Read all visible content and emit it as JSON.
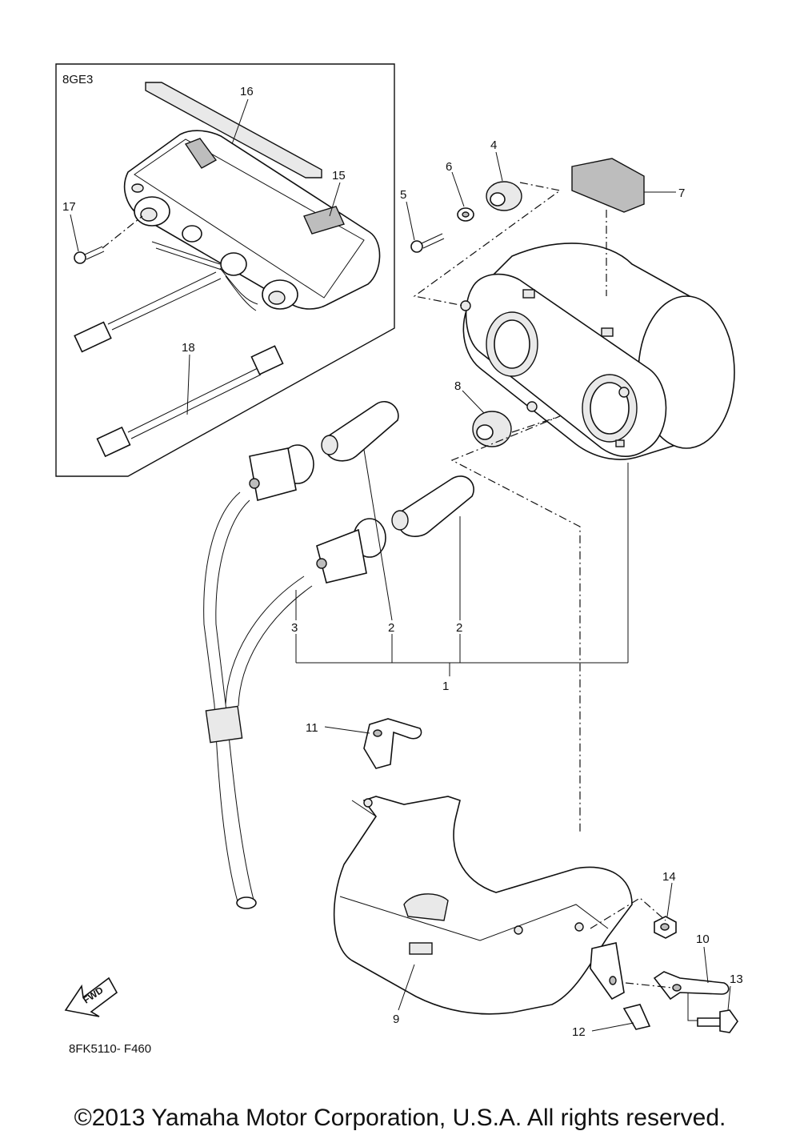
{
  "inset": {
    "model_code": "8GE3"
  },
  "callouts": {
    "c1": "1",
    "c2a": "2",
    "c2b": "2",
    "c3": "3",
    "c4": "4",
    "c5": "5",
    "c6": "6",
    "c7": "7",
    "c8": "8",
    "c9": "9",
    "c10": "10",
    "c11": "11",
    "c12": "12",
    "c13": "13",
    "c14": "14",
    "c15": "15",
    "c16": "16",
    "c17": "17",
    "c18": "18"
  },
  "fwd_label": "FWD",
  "figure_code": "8FK5110- F460",
  "copyright": "©2013 Yamaha Motor Corporation, U.S.A. All rights reserved."
}
